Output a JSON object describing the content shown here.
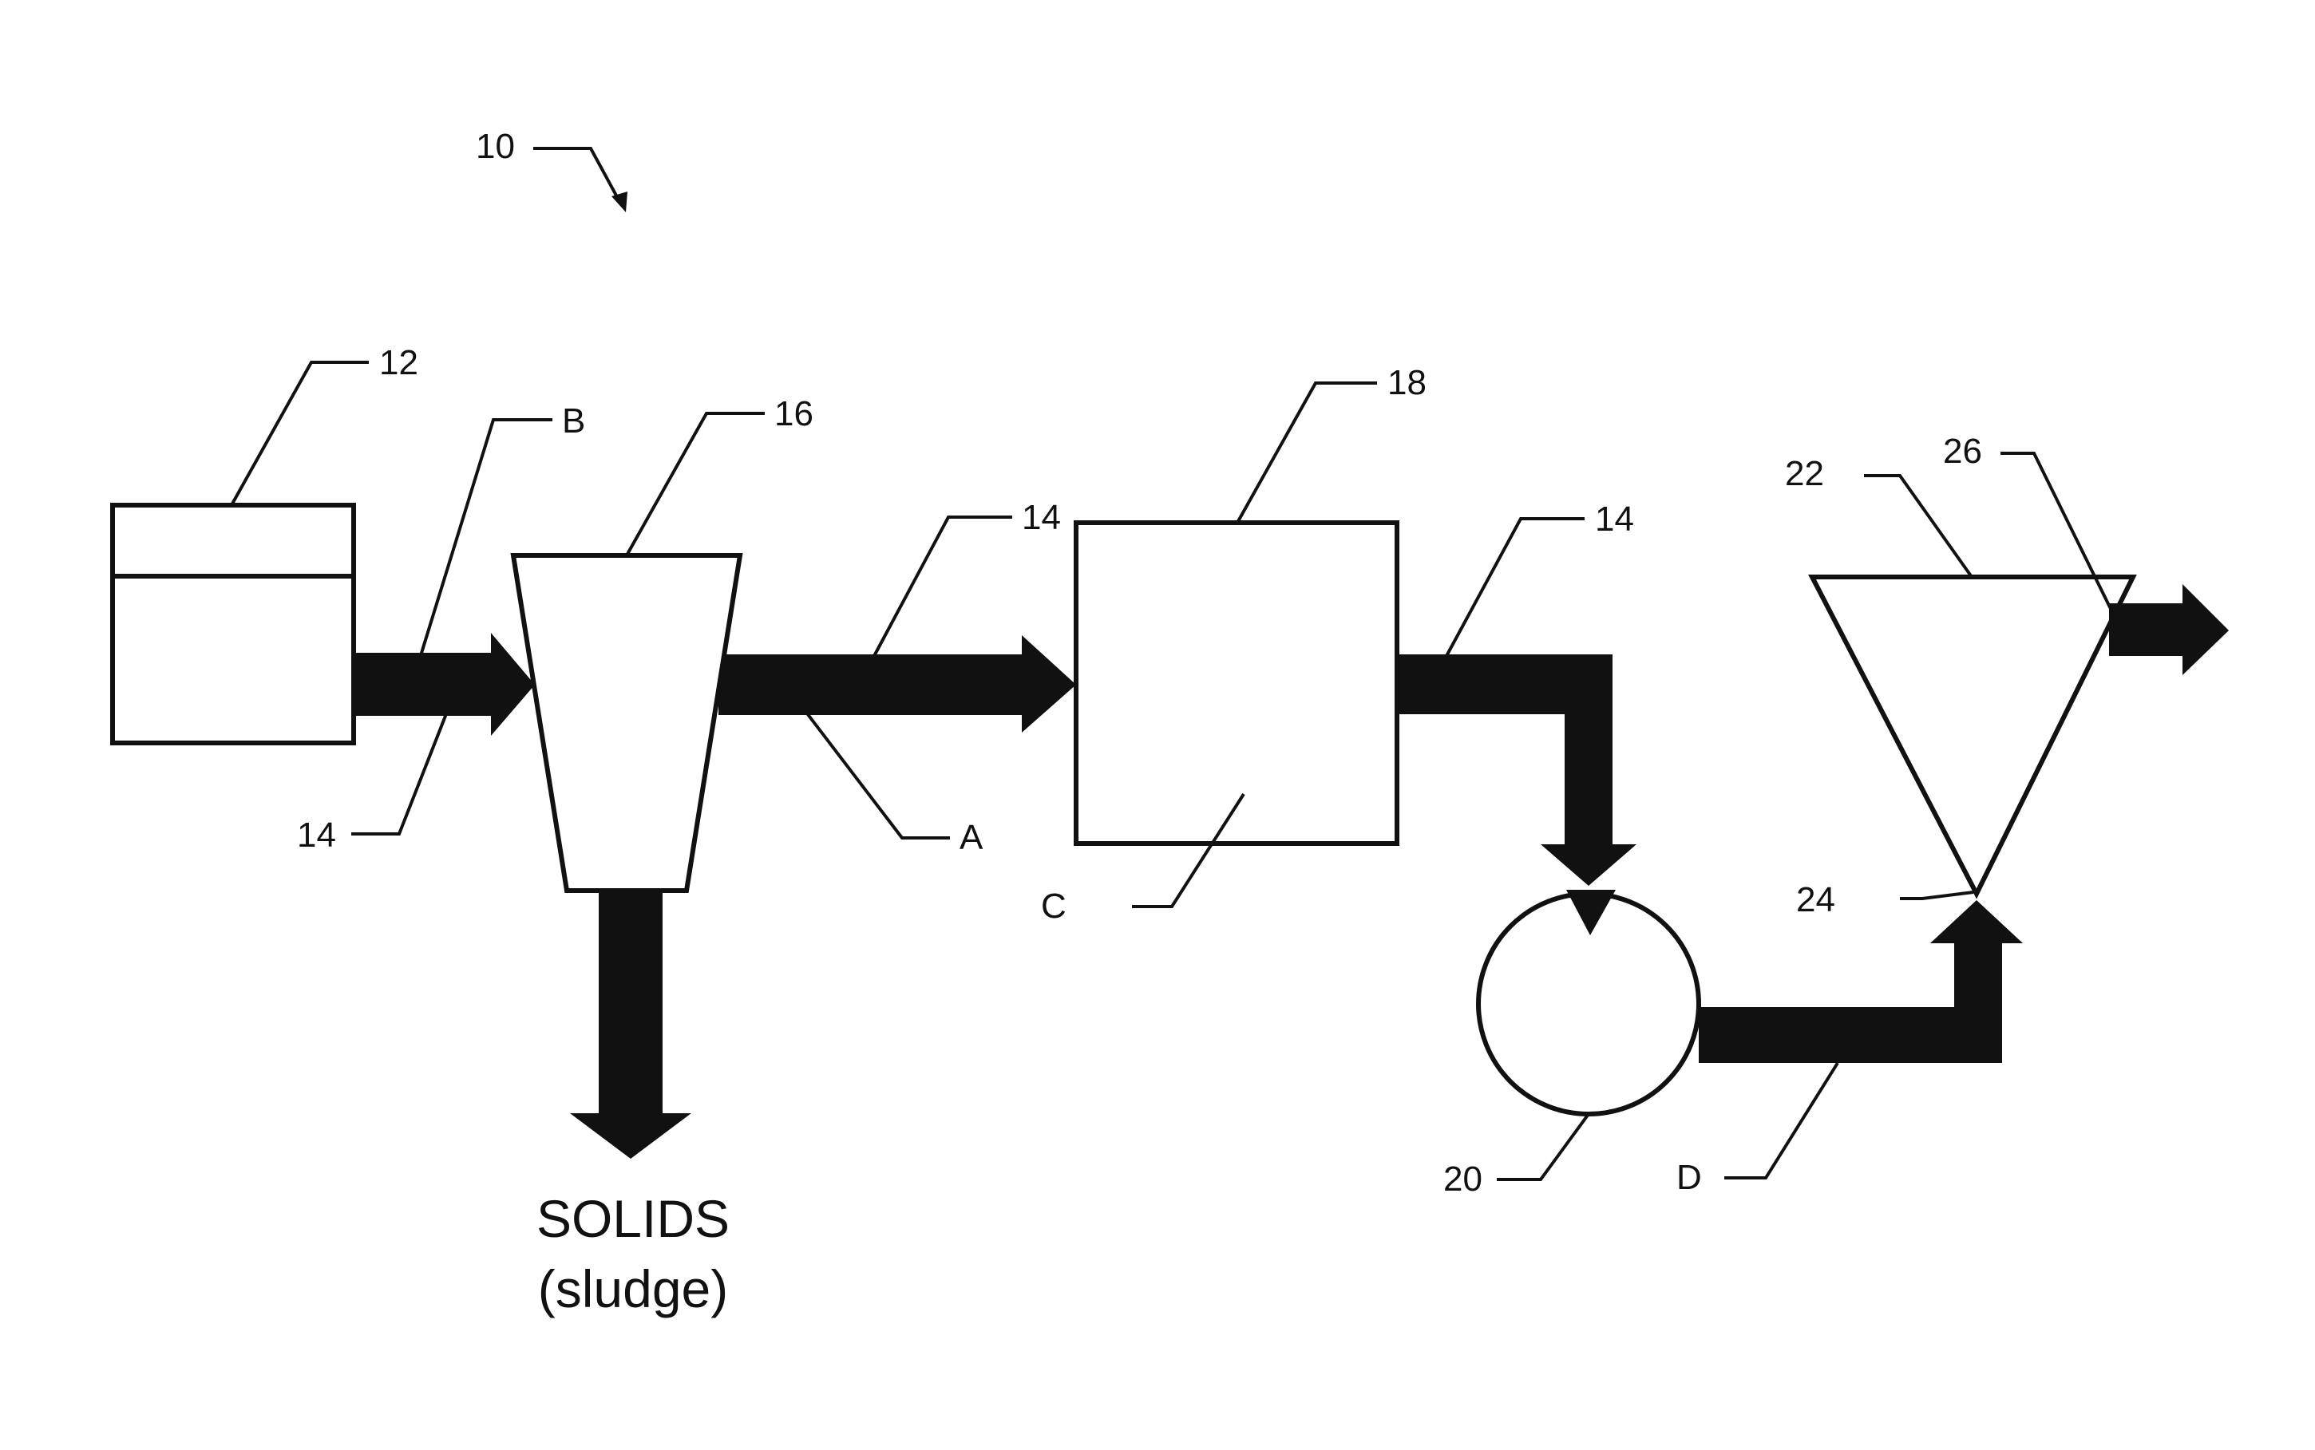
{
  "figure": {
    "ref_numbers": {
      "system": "10",
      "tank": "12",
      "conduit_b": "14",
      "conduit_a": "14",
      "conduit_out": "14",
      "separator": "16",
      "treatment_unit": "18",
      "pump": "20",
      "hydrocyclone": "22",
      "inlet": "24",
      "outlet": "26"
    },
    "stream_letters": {
      "a": "A",
      "b": "B",
      "c": "C",
      "d": "D"
    },
    "solids_label": {
      "line1": "SOLIDS",
      "line2": "(sludge)"
    }
  }
}
